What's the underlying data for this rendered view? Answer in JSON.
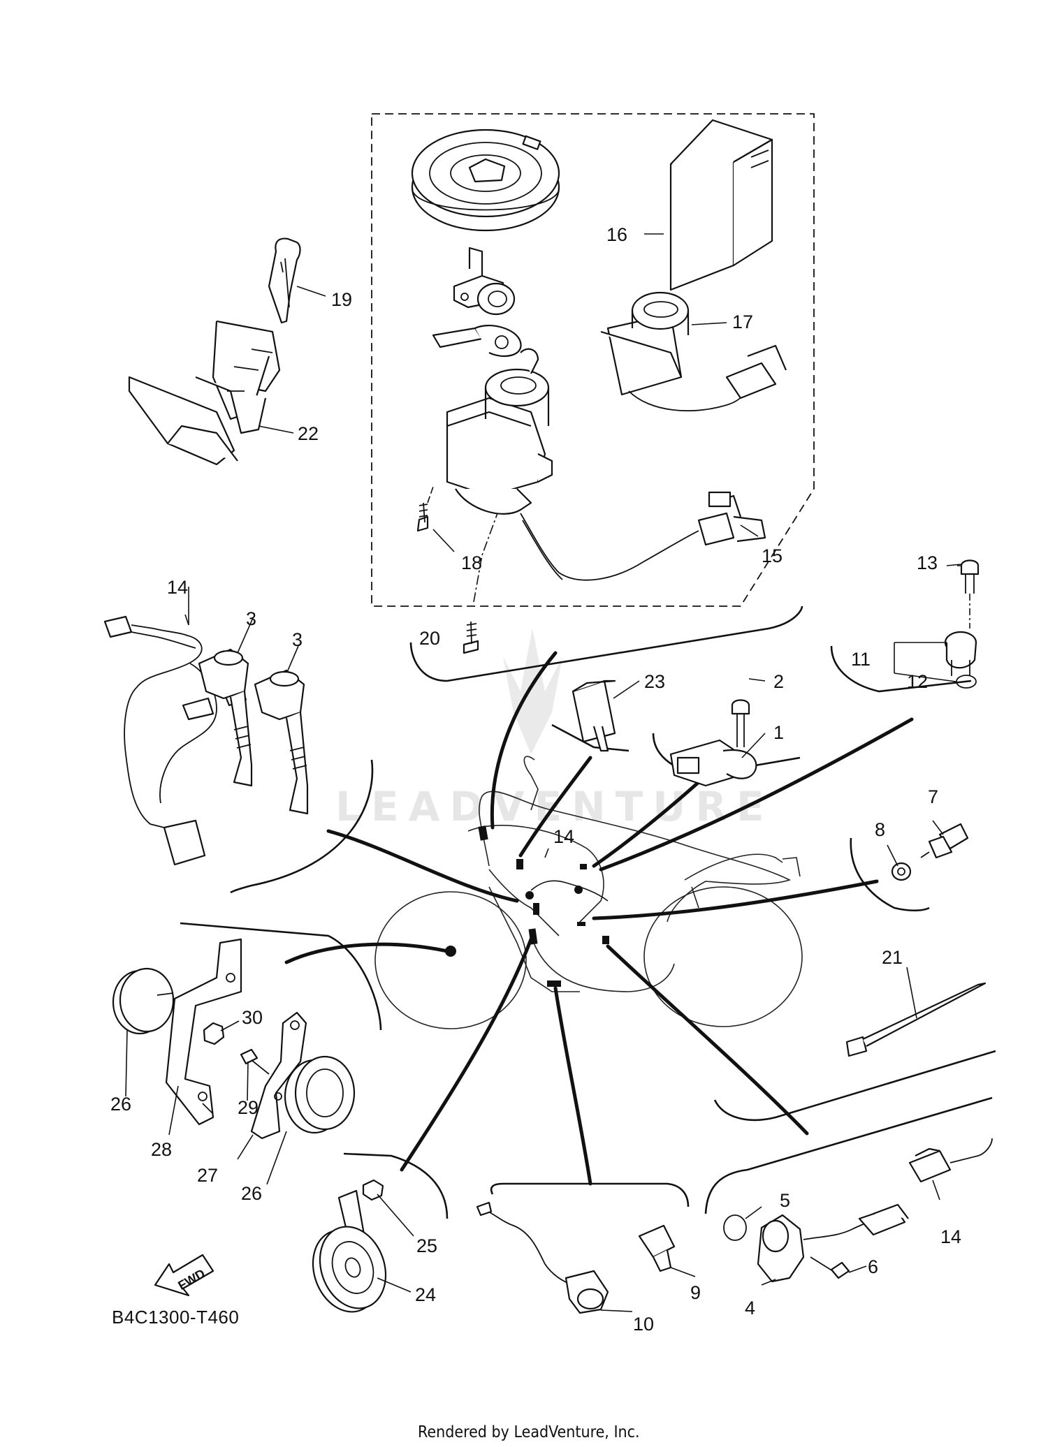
{
  "diagram_code": "B4C1300-T460",
  "footer": "Rendered by LeadVenture, Inc.",
  "watermark": "LEADVENTURE",
  "fwd_label": "FWD",
  "callouts": {
    "c1": "1",
    "c2": "2",
    "c3a": "3",
    "c3b": "3",
    "c4": "4",
    "c5": "5",
    "c6": "6",
    "c7": "7",
    "c8": "8",
    "c9": "9",
    "c10": "10",
    "c11": "11",
    "c12": "12",
    "c13": "13",
    "c14a": "14",
    "c14b": "14",
    "c14c": "14",
    "c15": "15",
    "c16": "16",
    "c17": "17",
    "c18": "18",
    "c19": "19",
    "c20": "20",
    "c21": "21",
    "c22": "22",
    "c23": "23",
    "c24": "24",
    "c25": "25",
    "c26a": "26",
    "c26b": "26",
    "c27": "27",
    "c28": "28",
    "c29": "29",
    "c30": "30"
  }
}
